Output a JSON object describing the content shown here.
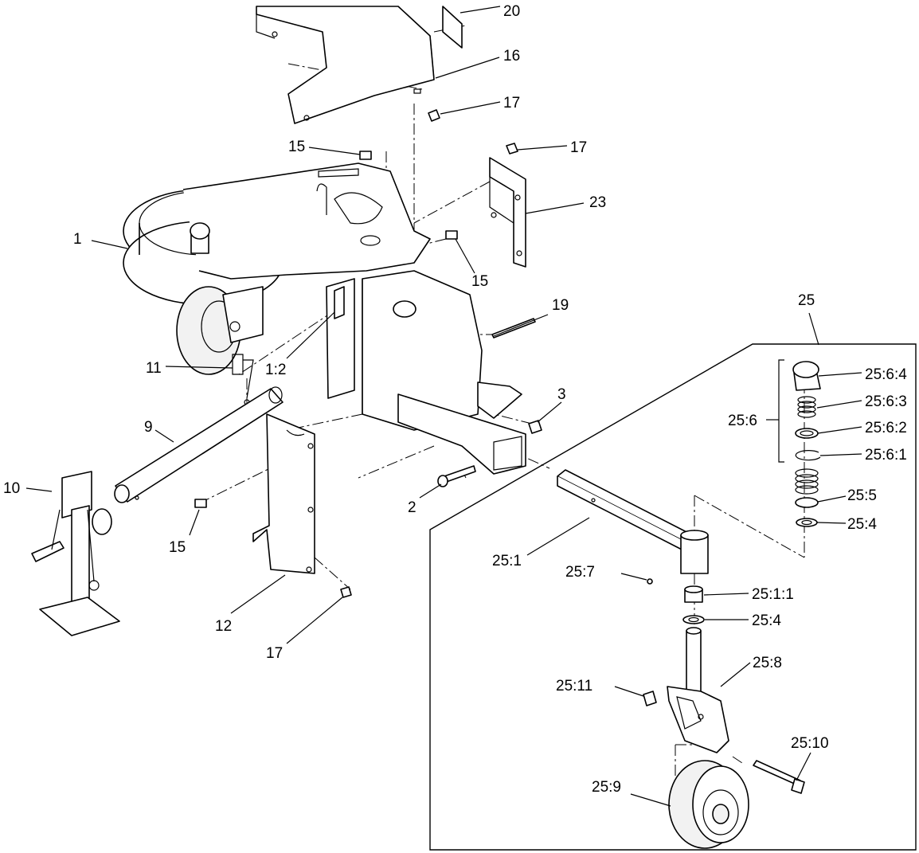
{
  "callouts": {
    "c1": "1",
    "c1_2": "1:2",
    "c2": "2",
    "c3": "3",
    "c9": "9",
    "c10": "10",
    "c11": "11",
    "c12": "12",
    "c15_top": "15",
    "c15_right": "15",
    "c15_left": "15",
    "c16": "16",
    "c17_top": "17",
    "c17_right": "17",
    "c17_bottom": "17",
    "c19": "19",
    "c20": "20",
    "c23": "23",
    "c25": "25",
    "c25_1": "25:1",
    "c25_1_1": "25:1:1",
    "c25_4a": "25:4",
    "c25_4b": "25:4",
    "c25_5": "25:5",
    "c25_6": "25:6",
    "c25_6_1": "25:6:1",
    "c25_6_2": "25:6:2",
    "c25_6_3": "25:6:3",
    "c25_6_4": "25:6:4",
    "c25_7": "25:7",
    "c25_8": "25:8",
    "c25_9": "25:9",
    "c25_10": "25:10",
    "c25_11": "25:11"
  }
}
